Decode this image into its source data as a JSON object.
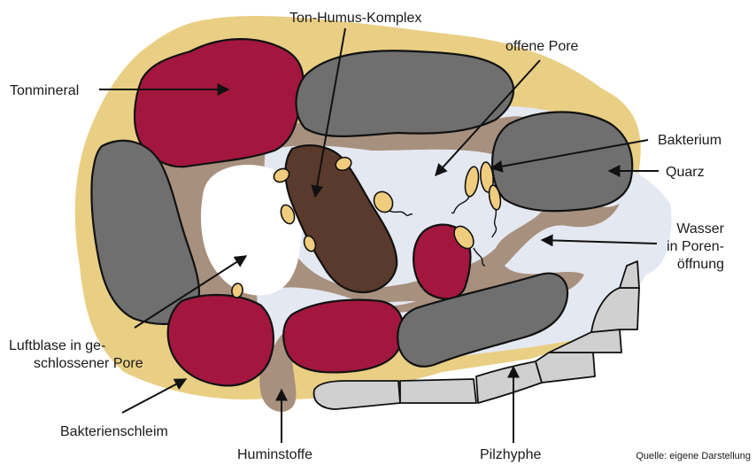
{
  "labels": {
    "tonmineral": "Tonmineral",
    "ton_humus": "Ton-Humus-Komplex",
    "offene_pore": "offene Pore",
    "bakterium": "Bakterium",
    "quarz": "Quarz",
    "wasser_1": "Wasser",
    "wasser_2": "in Poren-",
    "wasser_3": "öffnung",
    "luftblase_1": "Luftblase in ge-",
    "luftblase_2": "schlossener Pore",
    "bakterienschleim": "Bakterienschleim",
    "huminstoffe": "Huminstoffe",
    "pilzhyphe": "Pilzhyphe",
    "quelle": "Quelle: eigene Darstellung"
  },
  "colors": {
    "slime": "#e9cf84",
    "humus": "#a8907e",
    "water": "#e4e8f1",
    "clay": "#a3173f",
    "quartz": "#6f6f6f",
    "complex": "#5a3a2c",
    "bacteria": "#f0cd7e",
    "hyphae": "#d0d0d0",
    "air": "#ffffff"
  }
}
